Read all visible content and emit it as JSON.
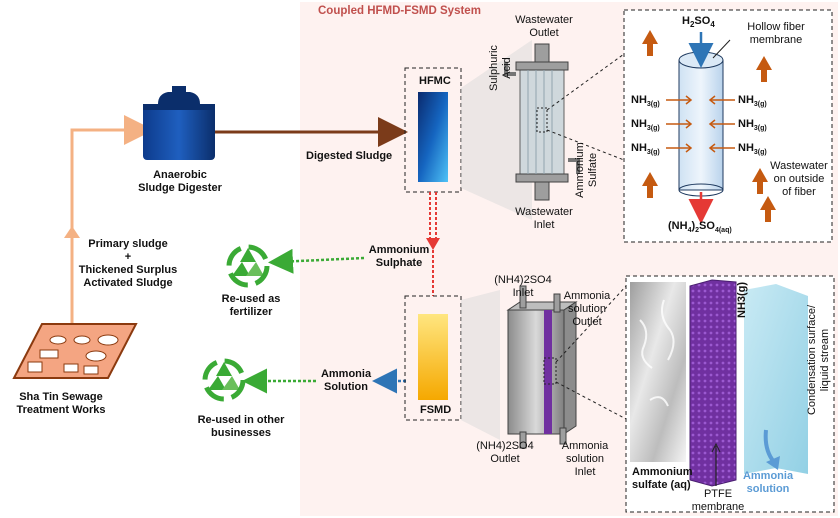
{
  "system_title": "Coupled HFMD-FSMD System",
  "labels": {
    "hfmc": "HFMC",
    "fsmd": "FSMD",
    "digester_line1": "Anaerobic",
    "digester_line2": "Sludge Digester",
    "digested_sludge": "Digested Sludge",
    "primary_line1": "Primary sludge",
    "primary_line2": "+",
    "primary_line3": "Thickened Surplus",
    "primary_line4": "Activated Sludge",
    "works_line1": "Sha Tin Sewage",
    "works_line2": "Treatment Works",
    "ammonium_sulphate_line1": "Ammonium",
    "ammonium_sulphate_line2": "Sulphate",
    "reused_fertilizer_line1": "Re-used as",
    "reused_fertilizer_line2": "fertilizer",
    "ammonia_solution_line1": "Ammonia",
    "ammonia_solution_line2": "Solution",
    "reused_business_line1": "Re-used in other",
    "reused_business_line2": "businesses",
    "ww_outlet_line1": "Wastewater",
    "ww_outlet_line2": "Outlet",
    "ww_inlet_line1": "Wastewater",
    "ww_inlet_line2": "Inlet",
    "sulphuric_line1": "Sulphuric",
    "sulphuric_line2": "Acid",
    "ammonium_sulfate_vert_line1": "Ammonium",
    "ammonium_sulfate_vert_line2": "Sulfate",
    "h2so4": "H",
    "h2so4_sub": "2",
    "h2so4_tail": "SO",
    "h2so4_sub2": "4",
    "hollow_line1": "Hollow fiber",
    "hollow_line2": "membrane",
    "nh3": "NH",
    "nh3_sub": "3(g)",
    "ww_outside_line1": "Wastewater",
    "ww_outside_line2": "on outside",
    "ww_outside_line3": "of fiber",
    "nh4_product": "(NH",
    "nh4_sub": "4",
    "nh4_mid": ")",
    "nh4_sub2": "2",
    "nh4_tail": "SO",
    "nh4_sub3": "4(aq)",
    "nh42so4_inlet_line1": "(NH4)2SO4",
    "nh42so4_inlet_line2": "Inlet",
    "ammonia_sol_outlet_line1": "Ammonia",
    "ammonia_sol_outlet_line2": "solution",
    "ammonia_sol_outlet_line3": "Outlet",
    "nh42so4_outlet_line1": "(NH4)2SO4",
    "nh42so4_outlet_line2": "Outlet",
    "ammonia_sol_inlet_line1": "Ammonia",
    "ammonia_sol_inlet_line2": "solution",
    "ammonia_sol_inlet_line3": "Inlet",
    "ammonium_sulfate_aq_line1": "Ammonium",
    "ammonium_sulfate_aq_line2": "sulfate (aq)",
    "ptfe_line1": "PTFE",
    "ptfe_line2": "membrane",
    "nh3g_vert": "NH3(g)",
    "condensation_line1": "Condensation surface/",
    "condensation_line2": "liquid stream",
    "ammonia_solution_blue_line1": "Ammonia",
    "ammonia_solution_blue_line2": "solution"
  },
  "colors": {
    "title": "#c0504d",
    "sludge_arrow": "#7b3b1a",
    "feed_line": "#f4b183",
    "hfmc_top": "#0a2a6e",
    "hfmc_bottom": "#4fc3f7",
    "fsmd_top": "#ffd966",
    "fsmd_bottom": "#f5b800",
    "recycle_green": "#3aaa35",
    "red_arrow": "#e53935",
    "blue_arrow": "#2e75b6",
    "updraft_arrow": "#c55a11",
    "ptfe": "#7030a0"
  }
}
